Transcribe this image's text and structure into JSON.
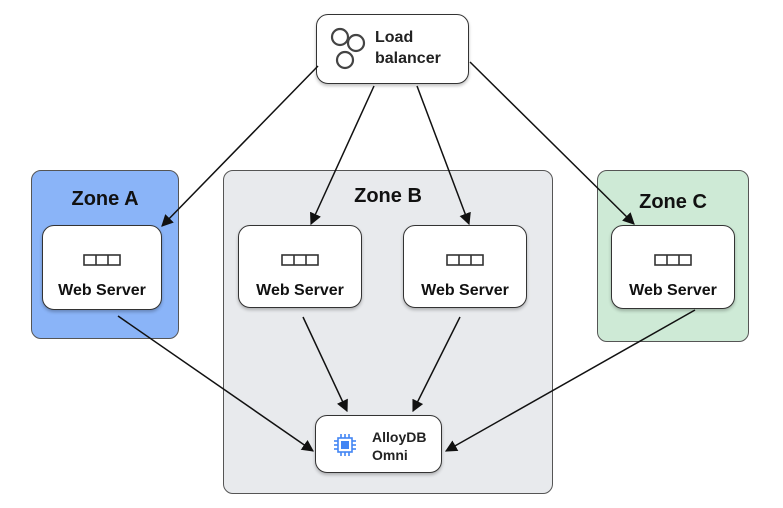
{
  "load_balancer": {
    "line1": "Load",
    "line2": "balancer",
    "icon": "circles-icon"
  },
  "zones": [
    {
      "id": "a",
      "title": "Zone A",
      "color": "#8ab4f8"
    },
    {
      "id": "b",
      "title": "Zone B",
      "color": "#e8eaed"
    },
    {
      "id": "c",
      "title": "Zone C",
      "color": "#ceead6"
    }
  ],
  "servers": [
    {
      "id": "ws-a",
      "label": "Web Server",
      "zone": "a"
    },
    {
      "id": "ws-b1",
      "label": "Web Server",
      "zone": "b"
    },
    {
      "id": "ws-b2",
      "label": "Web Server",
      "zone": "b"
    },
    {
      "id": "ws-c",
      "label": "Web Server",
      "zone": "c"
    }
  ],
  "database": {
    "line1": "AlloyDB",
    "line2": "Omni",
    "icon": "chip-icon",
    "accent": "#4285f4"
  },
  "edges": [
    {
      "from": "load_balancer",
      "to": "ws-a"
    },
    {
      "from": "load_balancer",
      "to": "ws-b1"
    },
    {
      "from": "load_balancer",
      "to": "ws-b2"
    },
    {
      "from": "load_balancer",
      "to": "ws-c"
    },
    {
      "from": "ws-a",
      "to": "database"
    },
    {
      "from": "ws-b1",
      "to": "database"
    },
    {
      "from": "ws-b2",
      "to": "database"
    },
    {
      "from": "ws-c",
      "to": "database"
    }
  ]
}
